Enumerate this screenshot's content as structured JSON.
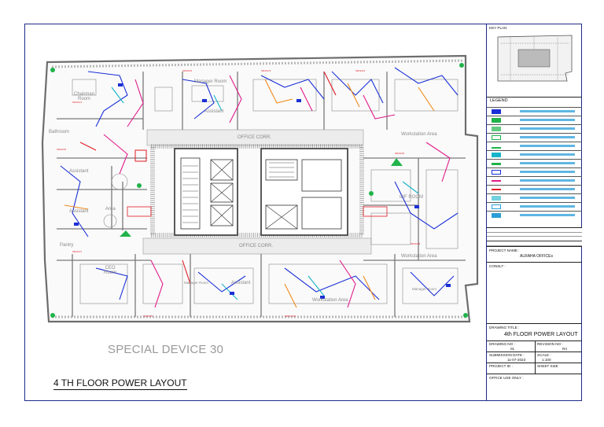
{
  "sheet": {
    "special_device": "SPECIAL DEVICE 30",
    "drawing_title_main": "4 TH FLOOR POWER LAYOUT"
  },
  "rooms": {
    "chairman": "Chairman\nRoom",
    "manager_top": "Manager Room",
    "assistant_top": "Assistant",
    "office_corr_top": "OFFICE CORR.",
    "office_corr_bottom": "OFFICE CORR.",
    "workstation_right": "Workstation Area",
    "workstation_right_lower": "Workstation Area",
    "workstation_bottom": "Workstation Area",
    "idf_room": "IDF ROOM",
    "assistant_left": "Assistant",
    "assistant_left2": "Assistant",
    "area_left": "Area",
    "pantry": "Pantry",
    "ceo": "CEO\nRoom",
    "manager_bottom": "Manager Room",
    "assistant_bottom": "Assistant",
    "manager_right_bottom": "Manager Room",
    "bathroom": "Bathroom"
  },
  "title_block": {
    "key_plan_label": "KEY PLAN",
    "legend_label": "LEGEND",
    "project_name_label": "PROJECT NAME :",
    "project_name": "ALRAHA OFFICEs",
    "consultant_label": "CONSLT :",
    "drawing_title_label": "DRAWING TITLE :",
    "drawing_title": "4th FLOOR POWER  LAYOUT",
    "drawing_no_label": "DRAWING NO :",
    "drawing_no": "01",
    "revision_no_label": "REVISION NO :",
    "revision_no": "R4",
    "submission_date_label": "SUBMISSION DATE :",
    "submission_date": "11-07-2023",
    "scale_label": "SCALE :",
    "scale": "1:100",
    "project_id_label": "PROJECT ID :",
    "sheet_size_label": "SHEET SIZE",
    "office_use_label": "OFFICE USE ONLY :"
  },
  "colors": {
    "border": "#1f2a8a",
    "wall": "#6d6d6d",
    "power_blue": "#1a2fd6",
    "magenta": "#e01b8a",
    "cyan": "#16b3c9",
    "orange": "#f08a1c",
    "green": "#21b34a",
    "red": "#e01b24"
  }
}
